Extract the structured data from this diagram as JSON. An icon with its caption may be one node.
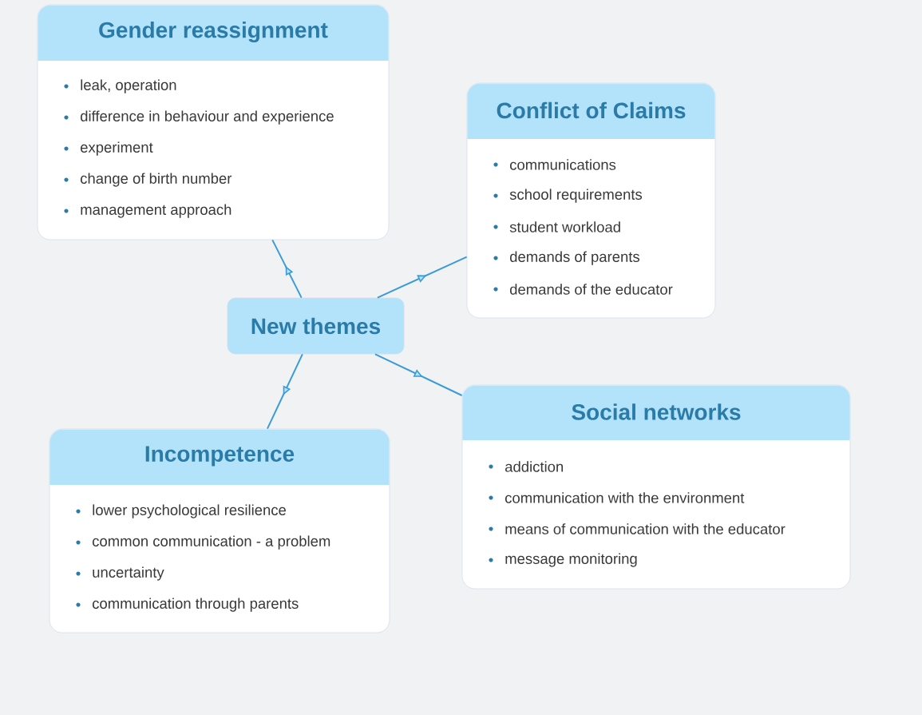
{
  "diagram": {
    "nodes": [
      {
        "text": [
          "Gender reassignment",
          "leak, operation",
          "difference in behaviour and experience",
          "experiment",
          "change of birth number",
          "management approach"
        ]
      },
      {
        "text": [
          "Conflict of Claims",
          "communications",
          "school requirements",
          "student workload",
          "demands of parents",
          "demands of the educator"
        ]
      },
      {
        "text": [
          "New themes"
        ]
      },
      {
        "text": [
          "Social networks",
          "addiction",
          "communication with the environment",
          "means of communication with the educator",
          "message monitoring"
        ]
      },
      {
        "text": [
          "Incompetence",
          "lower psychological resilience",
          "common communication - a problem",
          "uncertainty",
          "communication through parents"
        ]
      }
    ],
    "edges": [
      {
        "from": 2,
        "to": 0,
        "arrow": "to"
      },
      {
        "from": 2,
        "to": 1,
        "arrow": "to"
      },
      {
        "from": 2,
        "to": 3,
        "arrow": "to"
      },
      {
        "from": 2,
        "to": 4,
        "arrow": "to"
      }
    ]
  }
}
